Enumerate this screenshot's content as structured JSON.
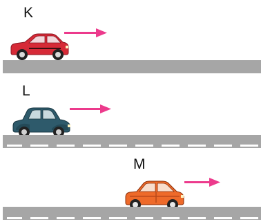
{
  "scenes": [
    {
      "label": "K",
      "car_color": "#d62a37",
      "road": "solid"
    },
    {
      "label": "L",
      "car_color": "#2e5a6b",
      "road": "dashed"
    },
    {
      "label": "M",
      "car_color": "#ee6a2a",
      "road": "dashed"
    }
  ],
  "colors": {
    "arrow": "#ec3a8c",
    "road": "#a6a6a6",
    "lane_mark": "#ffffff"
  },
  "icons": {
    "arrow": "arrow-right-icon",
    "car": "car-icon"
  }
}
